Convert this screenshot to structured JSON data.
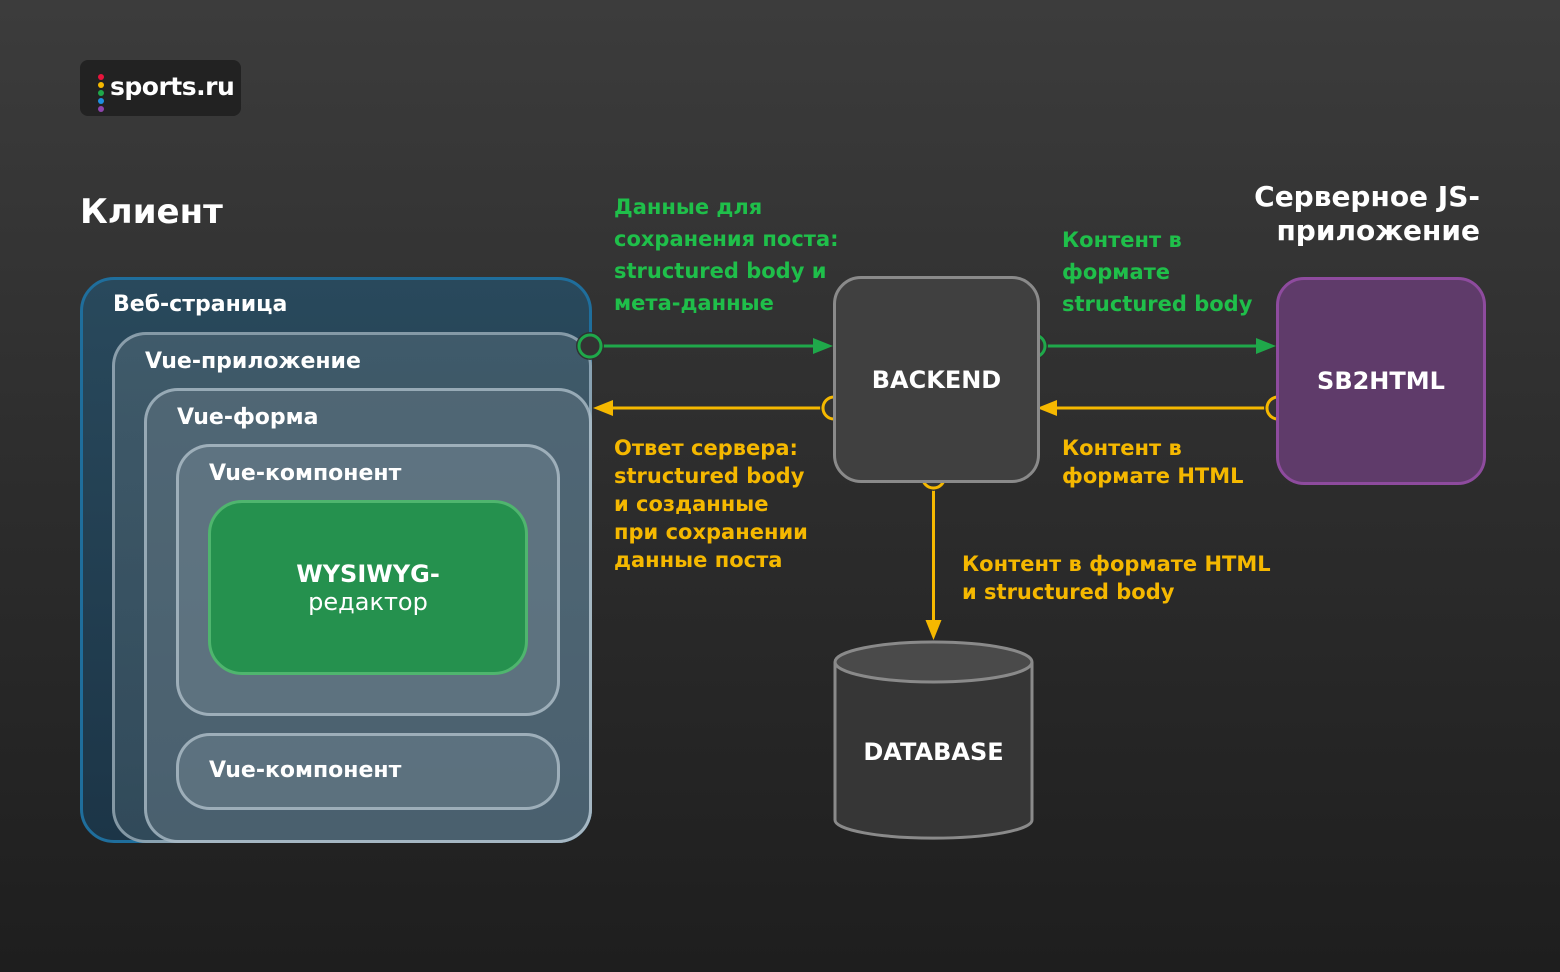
{
  "logo": {
    "text": "sports.ru",
    "dot_colors": [
      "#e8143c",
      "#f5b800",
      "#1fa84a",
      "#1e8fe0",
      "#8e44ad"
    ]
  },
  "headings": {
    "client": "Клиент",
    "server_app": [
      "Серверное JS-",
      "приложение"
    ]
  },
  "client": {
    "web_page": "Веб-страница",
    "vue_app": "Vue-приложение",
    "vue_form": "Vue-форма",
    "vue_component_1": "Vue-компонент",
    "vue_component_2": "Vue-компонент",
    "wysiwyg": [
      "WYSIWYG-",
      "редактор"
    ]
  },
  "nodes": {
    "backend": "BACKEND",
    "sb2html": "SB2HTML",
    "database": "DATABASE"
  },
  "flows": {
    "client_to_backend": [
      "Данные для",
      "сохранения поста:",
      "structured body и",
      "мета-данные"
    ],
    "backend_to_client": [
      "Ответ сервера:",
      "structured body",
      "и созданные",
      "при сохранении",
      "данные поста"
    ],
    "backend_to_sb2html": [
      "Контент в",
      "формате",
      "structured body"
    ],
    "sb2html_to_backend": [
      "Контент в",
      "формате HTML"
    ],
    "backend_to_database": [
      "Контент в формате HTML",
      "и structured body"
    ]
  },
  "colors": {
    "request": "#1fa84a",
    "response": "#f5b800",
    "web_border": "#1f6e9c",
    "wysiwyg": "#25914e",
    "sb2html": "#5f3b6a"
  }
}
